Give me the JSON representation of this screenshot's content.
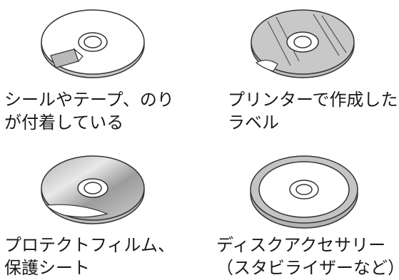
{
  "items": [
    {
      "key": "sticker",
      "lines": [
        "シールやテープ、のり",
        "が付着している"
      ]
    },
    {
      "key": "printed-label",
      "lines": [
        "プリンターで作成した",
        "ラベル"
      ]
    },
    {
      "key": "protect-film",
      "lines": [
        "プロテクトフィルム、",
        "保護シート"
      ]
    },
    {
      "key": "accessory",
      "lines": [
        "ディスクアクセサリー",
        "（スタビライザーなど）"
      ]
    }
  ]
}
